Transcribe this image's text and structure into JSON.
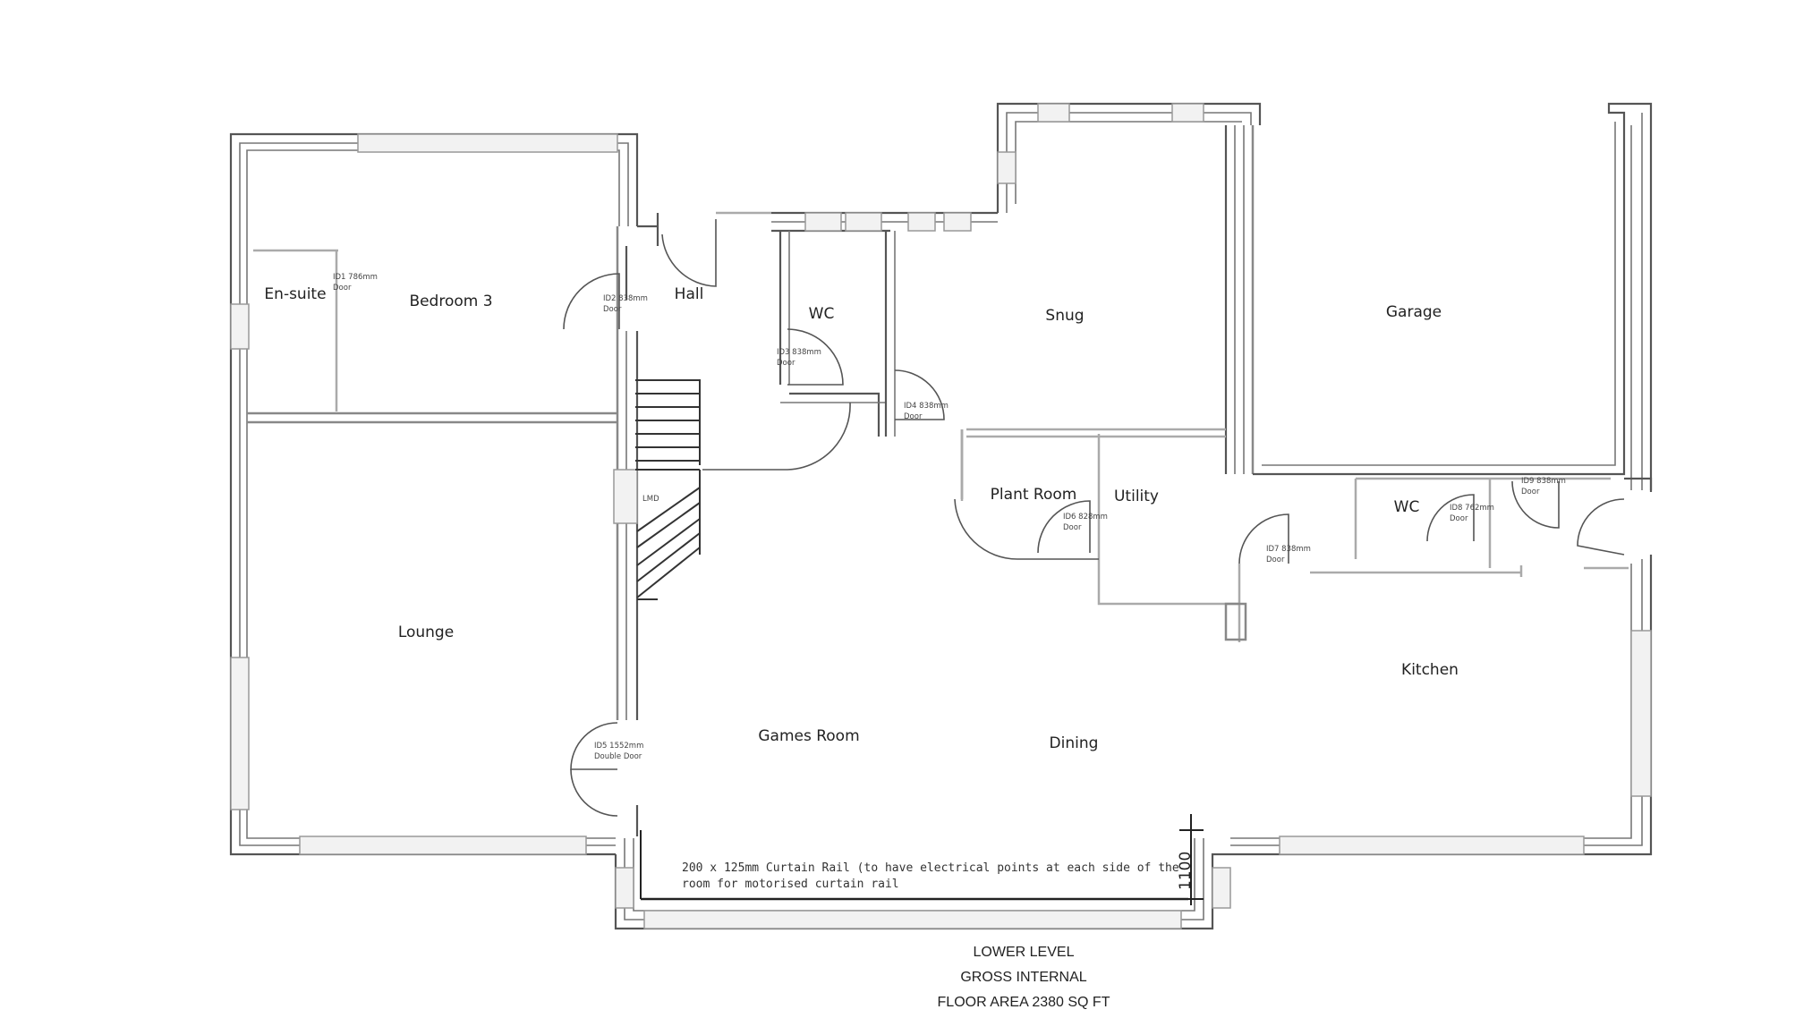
{
  "rooms": [
    {
      "id": "ensuite",
      "label": "En-suite"
    },
    {
      "id": "bedroom3",
      "label": "Bedroom 3"
    },
    {
      "id": "hall",
      "label": "Hall"
    },
    {
      "id": "wc1",
      "label": "WC"
    },
    {
      "id": "snug",
      "label": "Snug"
    },
    {
      "id": "garage",
      "label": "Garage"
    },
    {
      "id": "plant",
      "label": "Plant Room"
    },
    {
      "id": "utility",
      "label": "Utility"
    },
    {
      "id": "wc2",
      "label": "WC"
    },
    {
      "id": "kitchen",
      "label": "Kitchen"
    },
    {
      "id": "lounge",
      "label": "Lounge"
    },
    {
      "id": "games",
      "label": "Games Room"
    },
    {
      "id": "dining",
      "label": "Dining"
    }
  ],
  "doors": [
    {
      "id": "id1",
      "line1": "ID1 786mm",
      "line2": "Door"
    },
    {
      "id": "id2",
      "line1": "ID2 838mm",
      "line2": "Door"
    },
    {
      "id": "id3",
      "line1": "ID3 838mm",
      "line2": "Door"
    },
    {
      "id": "id4",
      "line1": "ID4 838mm",
      "line2": "Door"
    },
    {
      "id": "id5",
      "line1": "ID5 1552mm",
      "line2": "Double Door"
    },
    {
      "id": "id6",
      "line1": "ID6 828mm",
      "line2": "Door"
    },
    {
      "id": "id7",
      "line1": "ID7 838mm",
      "line2": "Door"
    },
    {
      "id": "id8",
      "line1": "ID8 762mm",
      "line2": "Door"
    },
    {
      "id": "id9",
      "line1": "ID9 838mm",
      "line2": "Door"
    }
  ],
  "stairs_label": "LMD",
  "curtain_note": {
    "line1": "200 x 125mm Curtain Rail (to have electrical points at each side of the",
    "line2": "room for motorised curtain rail"
  },
  "dimension": "1100",
  "caption": {
    "line1": "LOWER LEVEL",
    "line2": "GROSS INTERNAL",
    "line3": "FLOOR AREA 2380 SQ FT"
  }
}
